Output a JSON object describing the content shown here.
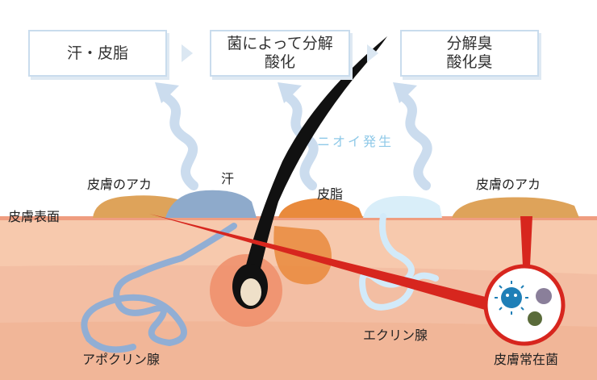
{
  "flow": {
    "step1": "汗・皮脂",
    "step2": "菌によって分解\n酸化",
    "step3": "分解臭\n酸化臭"
  },
  "labels": {
    "odor": "ニオイ発生",
    "akaLeft": "皮膚のアカ",
    "sweat": "汗",
    "sebum": "皮脂",
    "akaRight": "皮膚のアカ",
    "surface": "皮膚表面",
    "apocrine": "アポクリン腺",
    "eccrine": "エクリン腺",
    "bacteria": "皮膚常在菌"
  },
  "colors": {
    "skin": "#f7c9ad",
    "skinDeep": "#f3b79a",
    "aka": "#dea35a",
    "sweat": "#8eaacb",
    "sebum": "#e98a3c",
    "hair": "#111111",
    "gland": "#91aed4",
    "eccrineGland": "#cfe8f8",
    "wavyArrow": "#c9dcef",
    "pointer": "#d7261e",
    "boxBorder": "#c9dced",
    "odorText": "#8fc9e8"
  }
}
